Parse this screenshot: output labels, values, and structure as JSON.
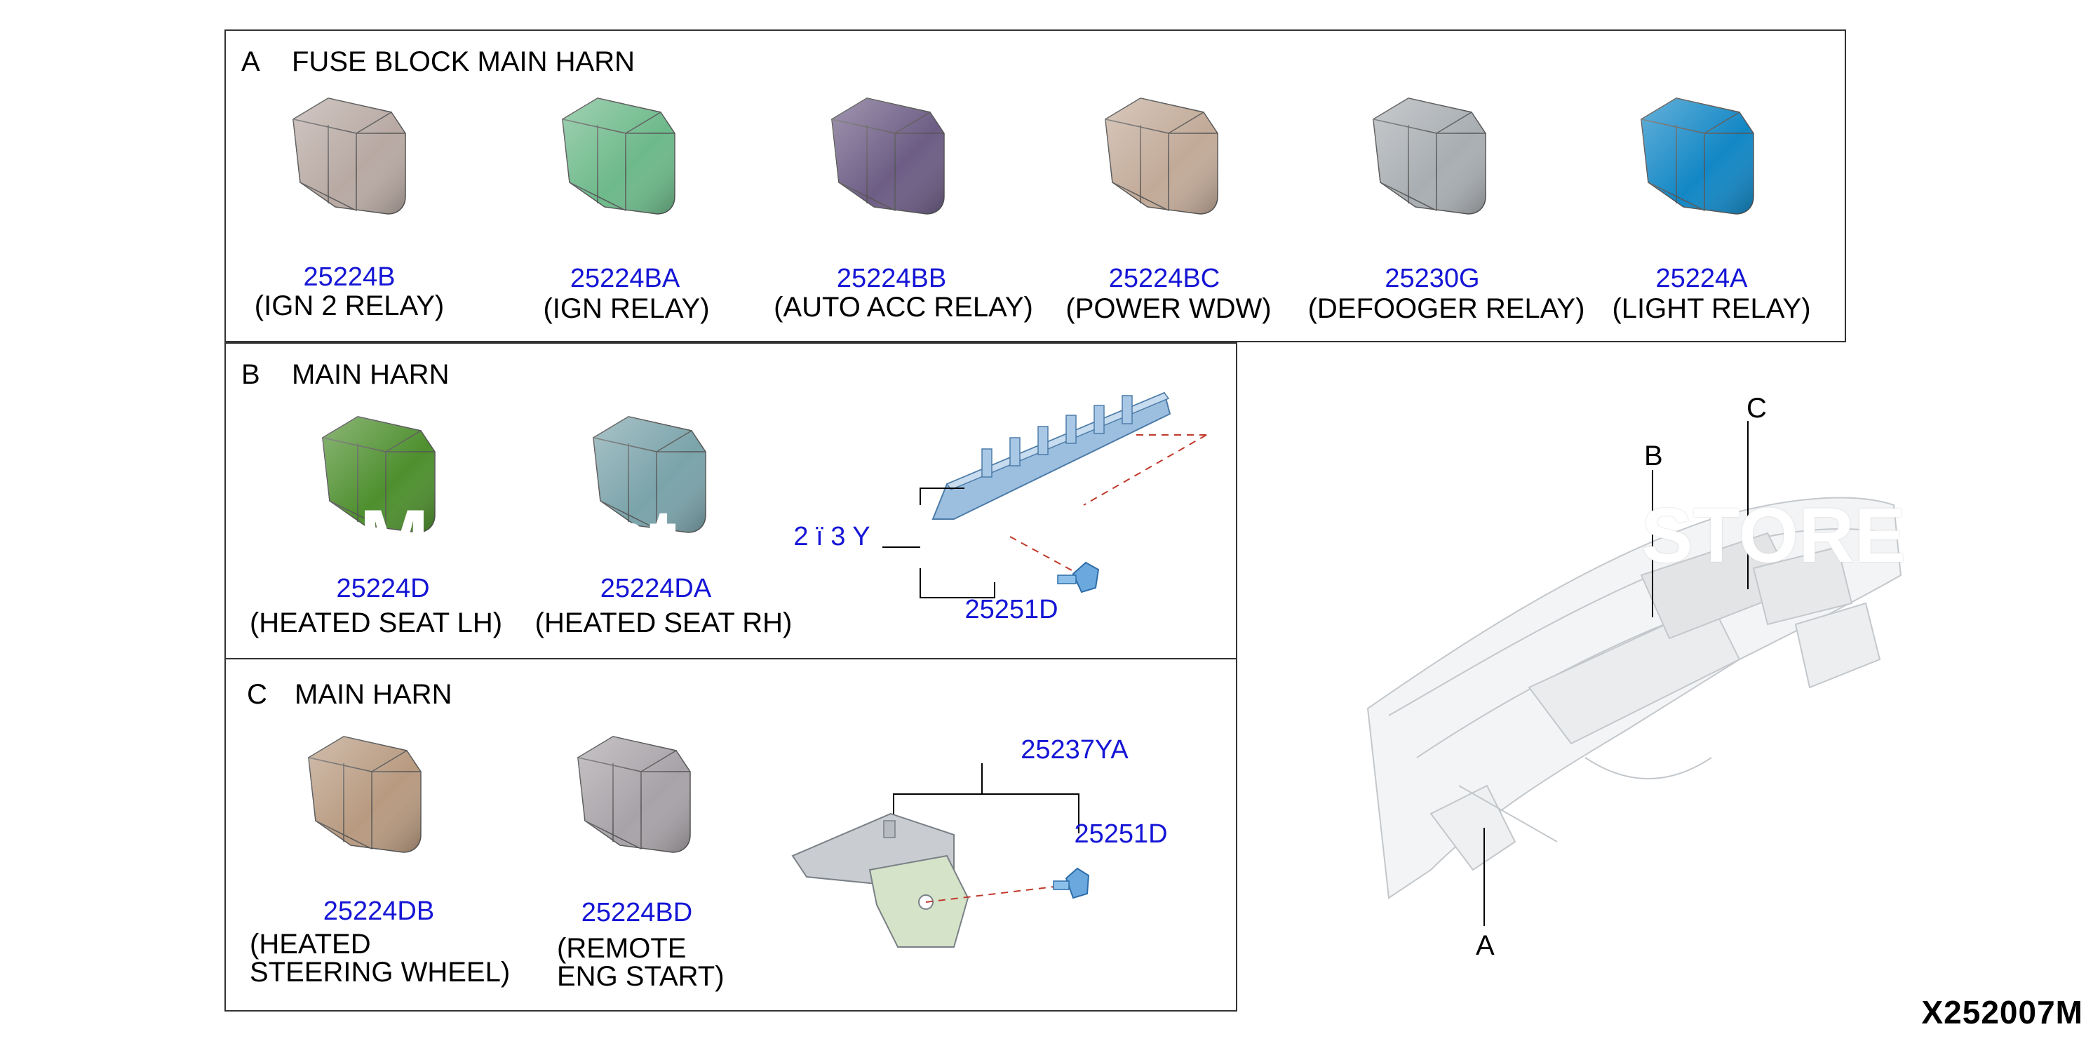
{
  "sections": {
    "a": {
      "letter": "A",
      "title": "FUSE BLOCK MAIN HARN",
      "parts": [
        {
          "number": "25224B",
          "desc": "(IGN 2 RELAY)",
          "color": "#b8a9a3"
        },
        {
          "number": "25224BA",
          "desc": "(IGN RELAY)",
          "color": "#6db98a"
        },
        {
          "number": "25224BB",
          "desc": "(AUTO ACC RELAY)",
          "color": "#6d5d85"
        },
        {
          "number": "25224BC",
          "desc": "(POWER WDW)",
          "color": "#c2aa98"
        },
        {
          "number": "25230G",
          "desc": "(DEFOOGER RELAY)",
          "color": "#a9aeb2"
        },
        {
          "number": "25224A",
          "desc": "(LIGHT RELAY)",
          "color": "#1287c5"
        }
      ]
    },
    "b": {
      "letter": "B",
      "title": "MAIN HARN",
      "parts": [
        {
          "number": "25224D",
          "desc": "(HEATED SEAT LH)",
          "color": "#4e8f2e"
        },
        {
          "number": "25224DA",
          "desc": "(HEATED SEAT RH)",
          "color": "#7aa3aa"
        }
      ],
      "bracket_number": "2 ï 3 Y",
      "screw_number": "25251D"
    },
    "c": {
      "letter": "C",
      "title": "MAIN HARN",
      "parts": [
        {
          "number": "25224DB",
          "desc_line1": "(HEATED",
          "desc_line2": "STEERING WHEEL)",
          "color": "#b89a80"
        },
        {
          "number": "25224BD",
          "desc_line1": "(REMOTE",
          "desc_line2": "ENG START)",
          "color": "#a8a3a8"
        }
      ],
      "bracket_number": "25237YA",
      "screw_number": "25251D"
    }
  },
  "callouts": {
    "a": "A",
    "b": "B",
    "c": "C"
  },
  "watermark": {
    "left": "M",
    "mid": "nt",
    "right": "STORE"
  },
  "drawing_number": "X252007M",
  "colors": {
    "part_number": "#1515d6",
    "bracket": "#8fb3d6",
    "screw": "#6aa8de"
  }
}
